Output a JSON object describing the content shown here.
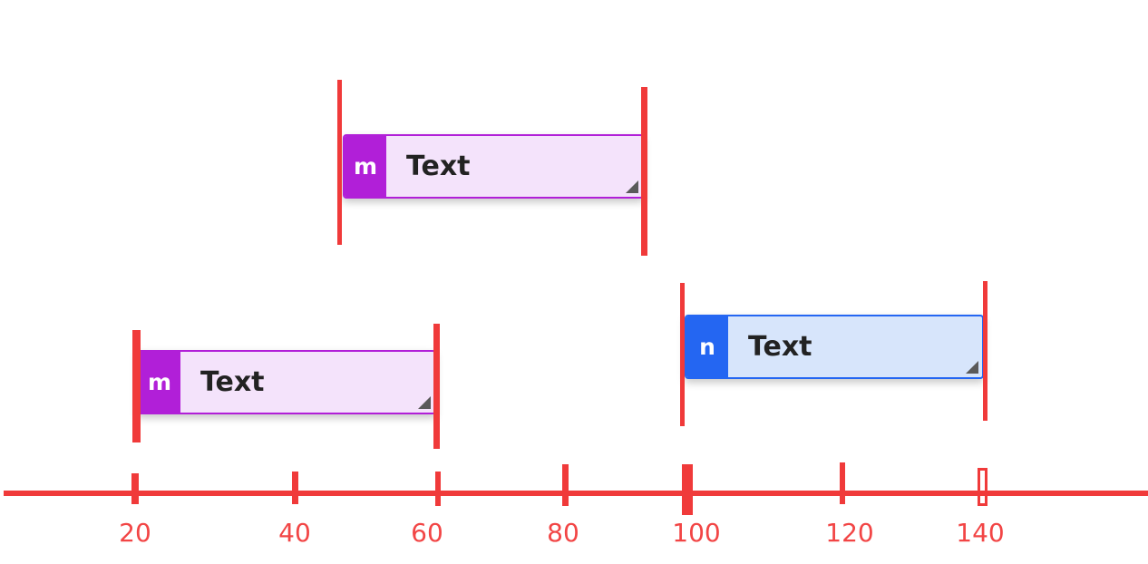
{
  "colors": {
    "axis": "#f03a3a",
    "tick_label": "#f24545",
    "m_accent": "#b11fd8",
    "m_fill": "#f4e3fb",
    "n_accent": "#2466f2",
    "n_fill": "#d7e5fb"
  },
  "axis": {
    "ticks": [
      {
        "value": 20,
        "label": "20"
      },
      {
        "value": 40,
        "label": "40"
      },
      {
        "value": 60,
        "label": "60"
      },
      {
        "value": 80,
        "label": "80"
      },
      {
        "value": 100,
        "label": "100"
      },
      {
        "value": 120,
        "label": "120"
      },
      {
        "value": 140,
        "label": "140"
      }
    ]
  },
  "blocks": [
    {
      "id": "block-m-top",
      "badge": "m",
      "text": "Text",
      "start": 46,
      "end": 91,
      "kind": "m"
    },
    {
      "id": "block-m-bottom",
      "badge": "m",
      "text": "Text",
      "start": 20,
      "end": 60,
      "kind": "m"
    },
    {
      "id": "block-n",
      "badge": "n",
      "text": "Text",
      "start": 100,
      "end": 140,
      "kind": "n"
    }
  ],
  "icons": {
    "resize_handle": "resize-grip-icon"
  }
}
